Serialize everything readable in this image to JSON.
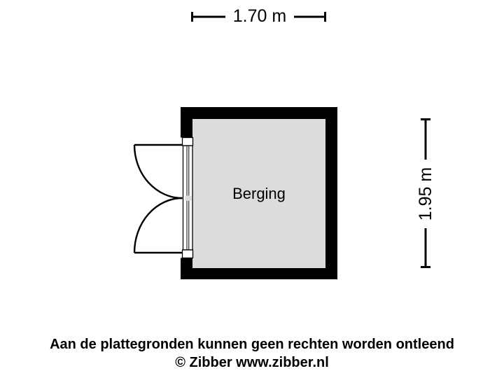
{
  "colors": {
    "wall": "#000000",
    "floor": "#dcdcdc",
    "line": "#000000",
    "label_bg": "#ffffff",
    "text": "#000000",
    "background": "#ffffff"
  },
  "dimensions": {
    "width_label": "1.70 m",
    "height_label": "1.95 m"
  },
  "room": {
    "label": "Berging"
  },
  "footer": {
    "disclaimer": "Aan de plattegronden kunnen geen rechten worden ontleend",
    "credit": "© Zibber www.zibber.nl"
  }
}
